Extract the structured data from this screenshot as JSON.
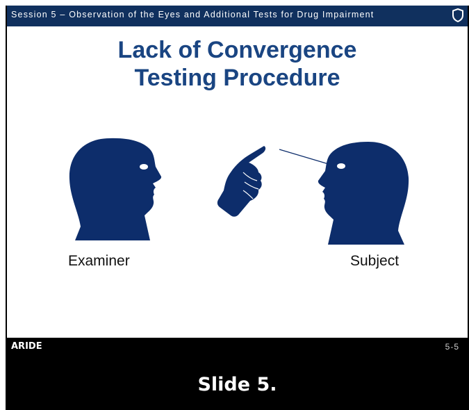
{
  "header": {
    "session_text": "Session 5 – Observation of the Eyes and Additional Tests for Drug Impairment",
    "icon": "shield-icon"
  },
  "slide": {
    "title_line1": "Lack of Convergence",
    "title_line2": "Testing Procedure",
    "examiner_label": "Examiner",
    "subject_label": "Subject"
  },
  "footer": {
    "program": "ARIDE",
    "page": "5-5",
    "slide_label": "Slide 5."
  },
  "colors": {
    "header_bar": "#10305e",
    "title": "#1a4582",
    "silhouette": "#0d2d6b"
  }
}
